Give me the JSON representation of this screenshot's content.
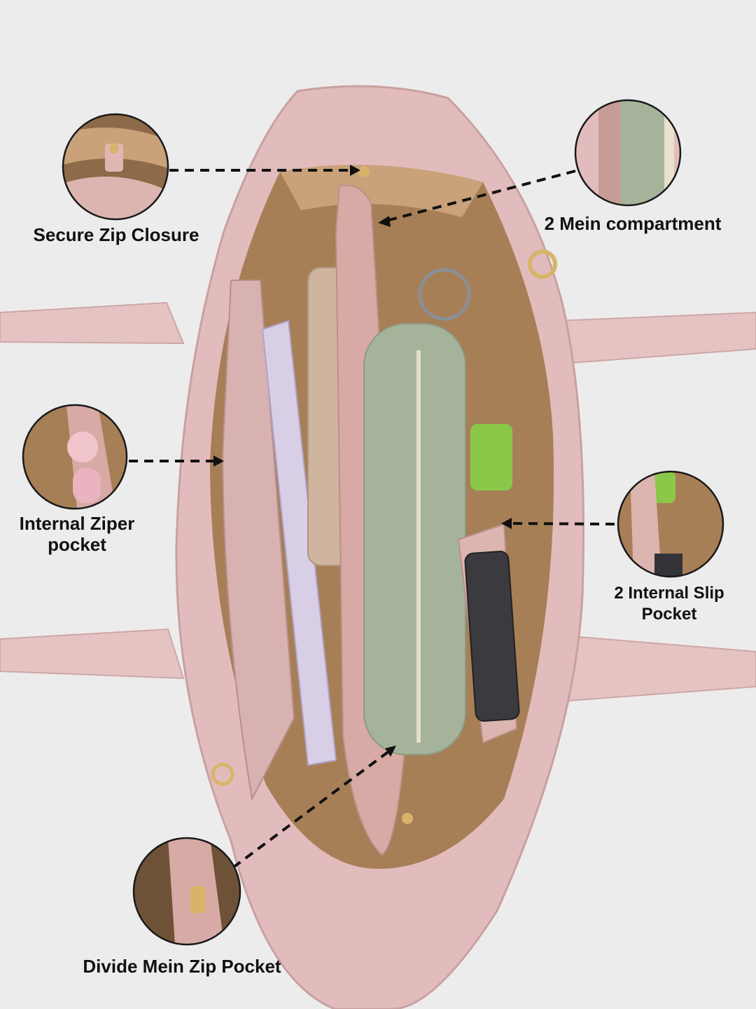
{
  "callouts": [
    {
      "id": "secure-zip",
      "label": "Secure Zip Closure"
    },
    {
      "id": "main-compartment",
      "label": "2 Mein compartment"
    },
    {
      "id": "internal-zip",
      "lines": [
        "Internal Ziper",
        "pocket"
      ]
    },
    {
      "id": "slip-pocket",
      "lines": [
        "2 Internal Slip",
        "Pocket"
      ]
    },
    {
      "id": "divide-zip",
      "label": "Divide Mein Zip Pocket"
    }
  ],
  "colors": {
    "background": "#ececed",
    "bag_pink": "#e2bcbc",
    "lining": "#a77f56",
    "sage": "#a5b39b",
    "text": "#111111"
  }
}
